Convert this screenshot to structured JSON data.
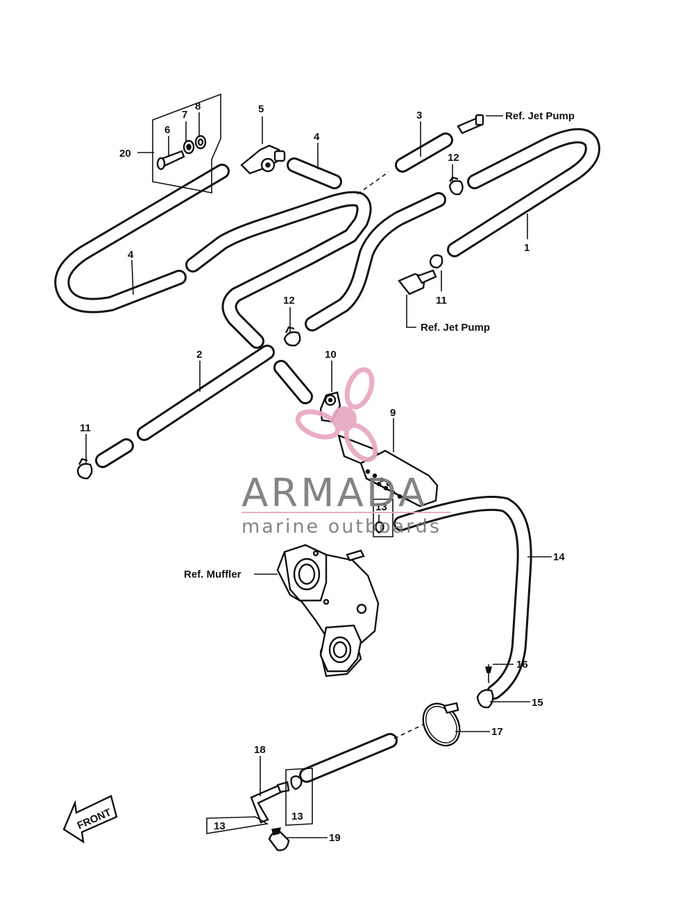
{
  "refs": {
    "jet_pump_top": "Ref. Jet Pump",
    "jet_pump_mid": "Ref. Jet Pump",
    "muffler": "Ref. Muffler"
  },
  "callouts": {
    "c1": "1",
    "c2": "2",
    "c3": "3",
    "c4a": "4",
    "c4b": "4",
    "c5": "5",
    "c6": "6",
    "c7": "7",
    "c8": "8",
    "c9": "9",
    "c10": "10",
    "c11a": "11",
    "c11b": "11",
    "c12a": "12",
    "c12b": "12",
    "c13a": "13",
    "c13b": "13",
    "c13c": "13",
    "c14": "14",
    "c15": "15",
    "c16": "16",
    "c17": "17",
    "c18": "18",
    "c19": "19",
    "c20": "20"
  },
  "front_label": "FRONT",
  "watermark": {
    "brand": "ARMADA",
    "tagline": "marine outboards",
    "accent_color": "#e9a7c3",
    "line_color": "#e9a7c3"
  }
}
